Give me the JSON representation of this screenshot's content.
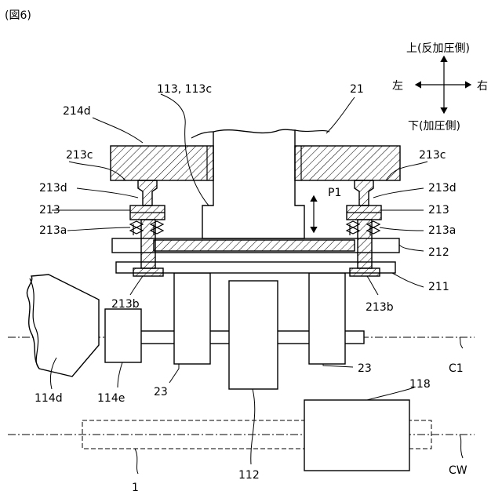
{
  "figure_title": "(図6)",
  "directions": {
    "up": "上(反加圧側)",
    "down": "下(加圧側)",
    "left": "左",
    "right": "右"
  },
  "labels": {
    "l21": "21",
    "l113": "113, 113c",
    "l214d": "214d",
    "l213c_l": "213c",
    "l213c_r": "213c",
    "l213d_l": "213d",
    "l213d_r": "213d",
    "l213_l": "213",
    "l213_r": "213",
    "l213a_l": "213a",
    "l213a_r": "213a",
    "l212": "212",
    "l211": "211",
    "l213b_l": "213b",
    "l213b_r": "213b",
    "lP1": "P1",
    "l114d": "114d",
    "l114e": "114e",
    "l23_l": "23",
    "l23_r": "23",
    "l118": "118",
    "lC1": "C1",
    "l112": "112",
    "l1": "1",
    "lCW": "CW"
  }
}
